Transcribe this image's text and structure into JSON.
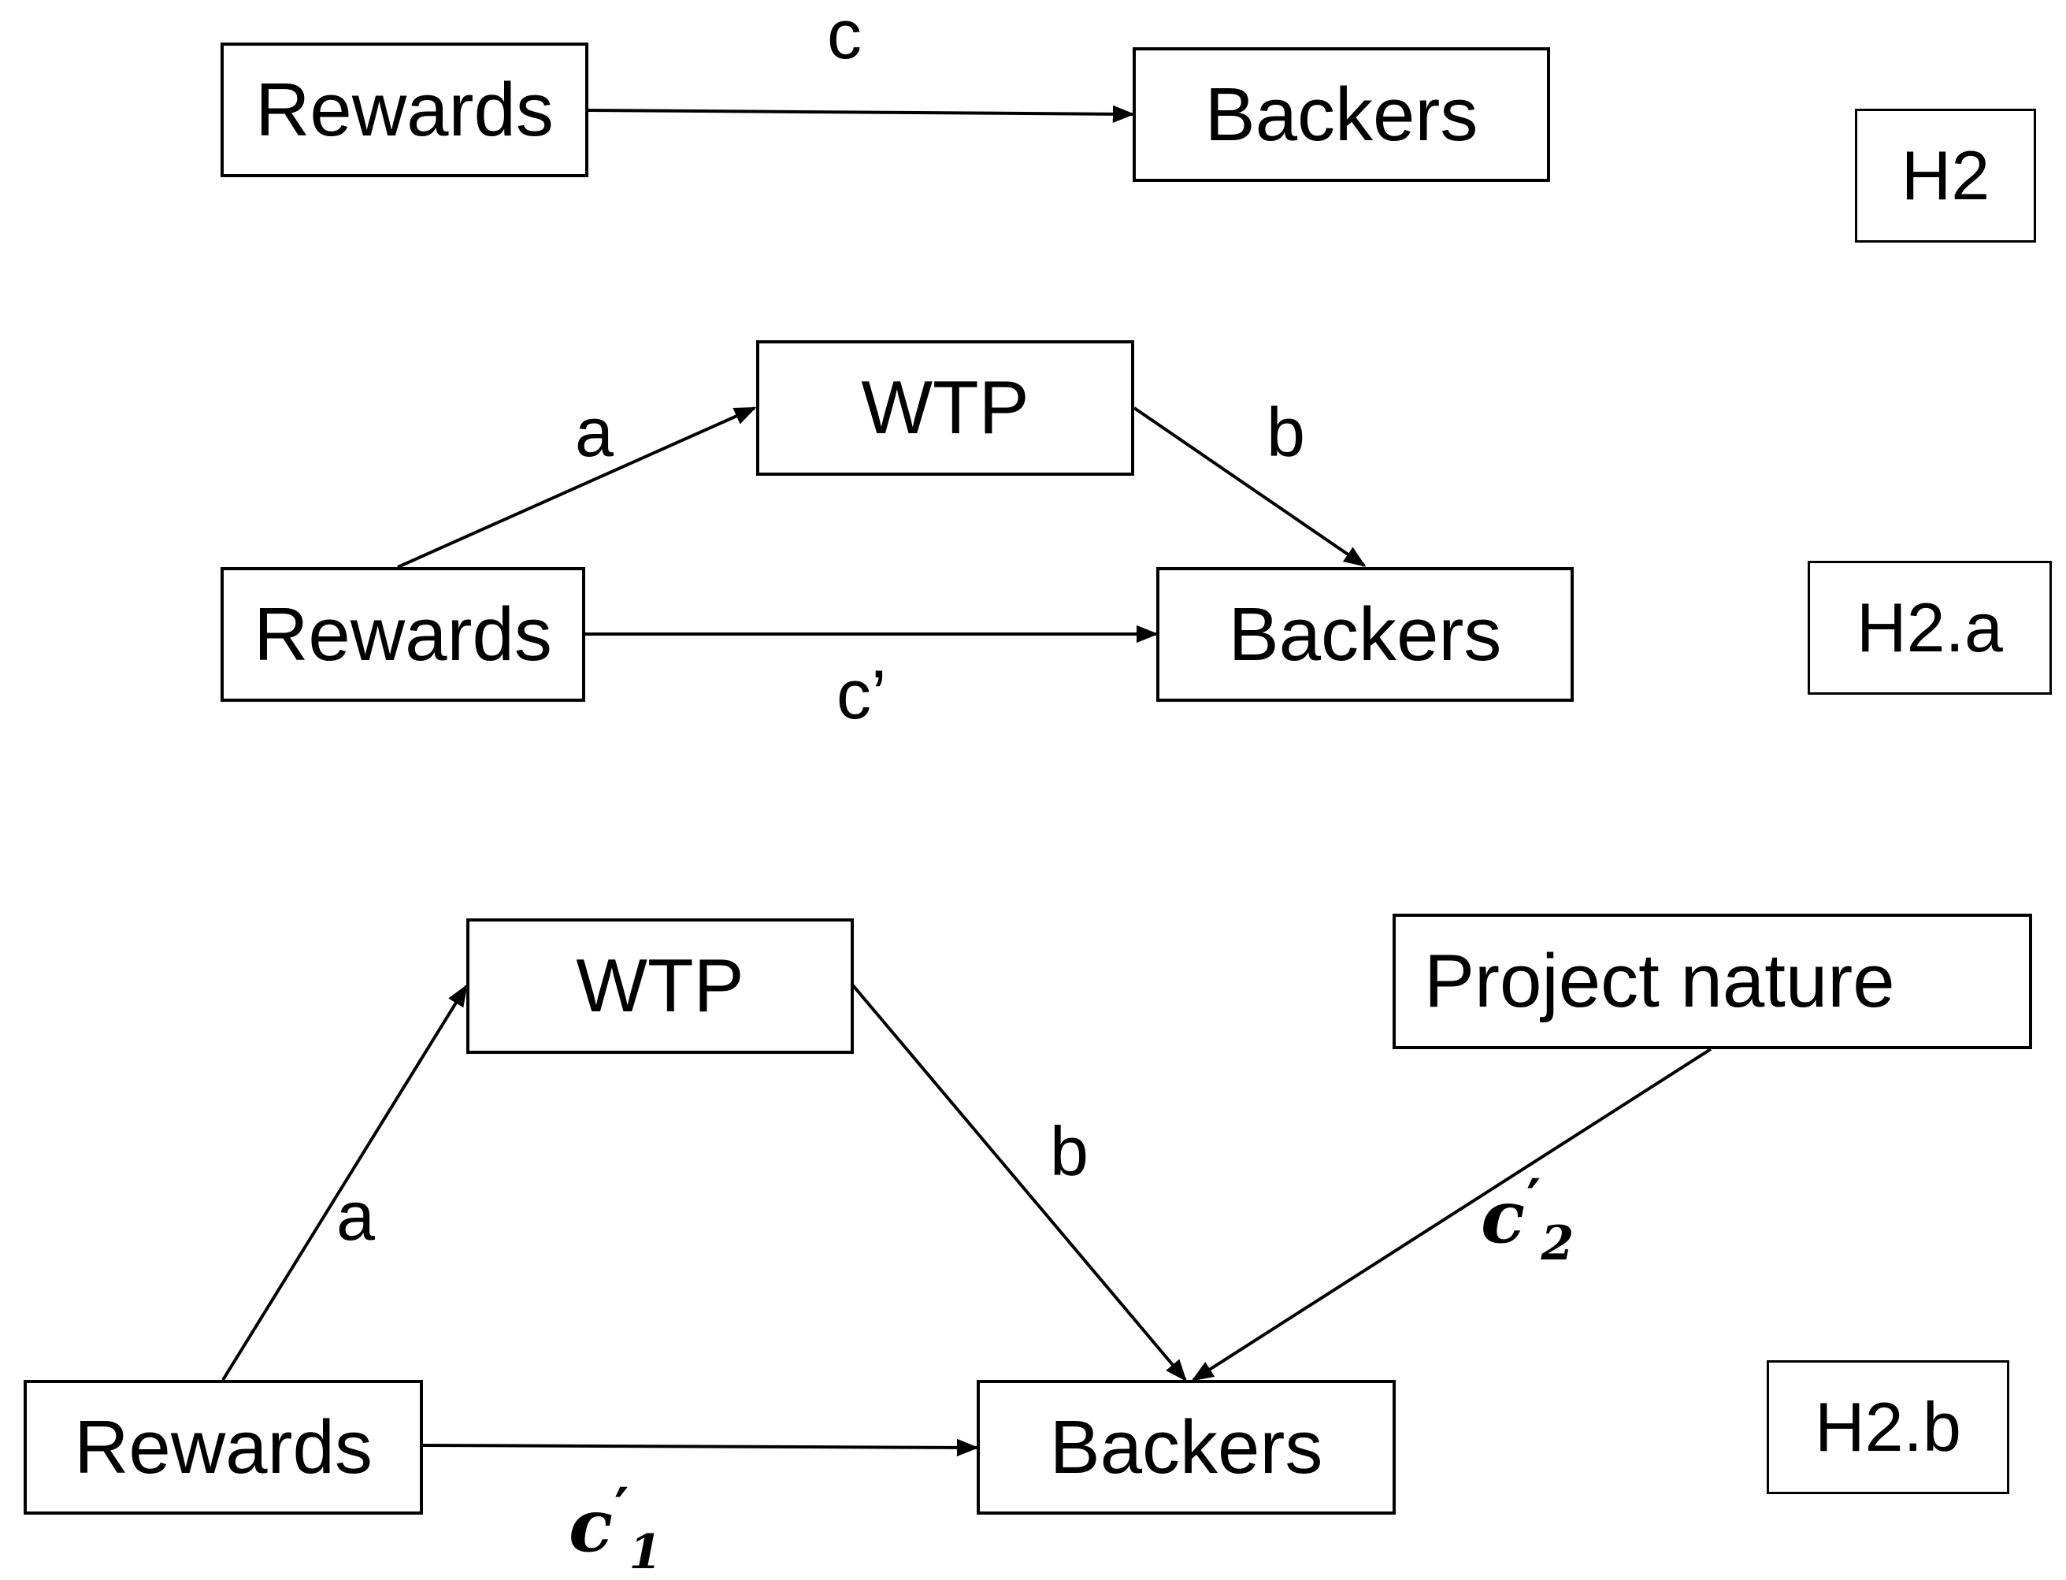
{
  "h2": {
    "rewards": "Rewards",
    "backers": "Backers",
    "edge_c": "c",
    "tag": "H2"
  },
  "h2a": {
    "wtp": "WTP",
    "rewards": "Rewards",
    "backers": "Backers",
    "edge_a": "a",
    "edge_b": "b",
    "edge_c_prime": "c’",
    "tag": "H2.a"
  },
  "h2b": {
    "wtp": "WTP",
    "project_nature": "Project nature",
    "rewards": "Rewards",
    "backers": "Backers",
    "edge_a": "a",
    "edge_b": "b",
    "edge_c1": "c",
    "edge_c1_sub": "1",
    "edge_c1_prime": "′",
    "edge_c2": "c",
    "edge_c2_sub": "2",
    "edge_c2_prime": "′",
    "tag": "H2.b"
  }
}
